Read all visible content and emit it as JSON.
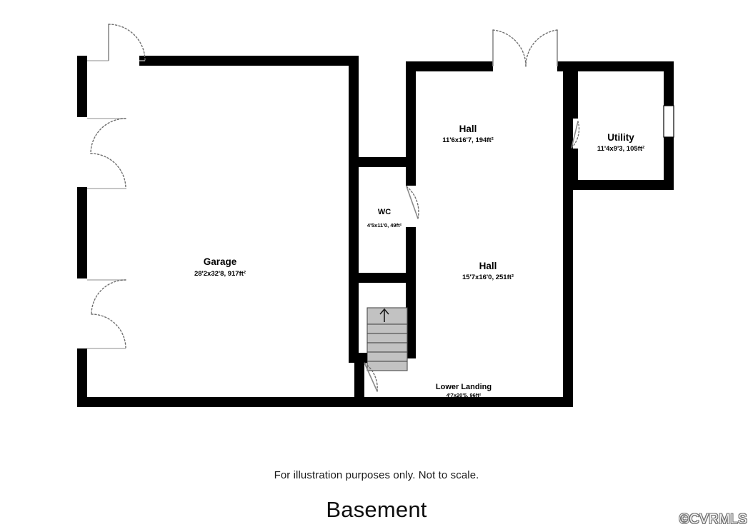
{
  "plan": {
    "title": "Basement",
    "disclaimer": "For illustration purposes only. Not to scale.",
    "watermark": "©CVRMLS",
    "colors": {
      "wall": "#000000",
      "background": "#ffffff",
      "stair_tread": "#c2c2c2",
      "door_swing": "#6f6f6f",
      "watermark": "#f2f2f2"
    },
    "rooms": [
      {
        "id": "garage",
        "name": "Garage",
        "dims": "28'2x32'8, 917ft²",
        "width_ft": "28'2",
        "length_ft": "32'8",
        "area_ft2": 917
      },
      {
        "id": "hall-upper",
        "name": "Hall",
        "dims": "11'6x16'7, 194ft²",
        "width_ft": "11'6",
        "length_ft": "16'7",
        "area_ft2": 194
      },
      {
        "id": "hall-lower",
        "name": "Hall",
        "dims": "15'7x16'0, 251ft²",
        "width_ft": "15'7",
        "length_ft": "16'0",
        "area_ft2": 251
      },
      {
        "id": "wc",
        "name": "WC",
        "dims": "4'5x11'0, 49ft²",
        "width_ft": "4'5",
        "length_ft": "11'0",
        "area_ft2": 49
      },
      {
        "id": "utility",
        "name": "Utility",
        "dims": "11'4x9'3, 105ft²",
        "width_ft": "11'4",
        "length_ft": "9'3",
        "area_ft2": 105
      },
      {
        "id": "lower-landing",
        "name": "Lower Landing",
        "dims": "4'7x20'5, 96ft²",
        "width_ft": "4'7",
        "length_ft": "20'5",
        "area_ft2": 96
      }
    ],
    "features": {
      "stair_direction": "up",
      "stair_tread_count": 6,
      "doors": [
        {
          "id": "garage-door-top",
          "type": "single-swing",
          "wall": "garage-top-left"
        },
        {
          "id": "garage-door-left-upper",
          "type": "double-swing",
          "wall": "garage-left"
        },
        {
          "id": "garage-door-left-lower",
          "type": "double-swing",
          "wall": "garage-left"
        },
        {
          "id": "hall-door-top",
          "type": "double-swing",
          "wall": "hall-upper-top"
        },
        {
          "id": "wc-door",
          "type": "single-swing",
          "wall": "wc-right"
        },
        {
          "id": "utility-door",
          "type": "single-swing",
          "wall": "utility-left"
        },
        {
          "id": "landing-door",
          "type": "single-swing",
          "wall": "landing-bottom"
        }
      ],
      "windows": [
        {
          "id": "utility-window",
          "wall": "utility-right"
        }
      ]
    }
  }
}
